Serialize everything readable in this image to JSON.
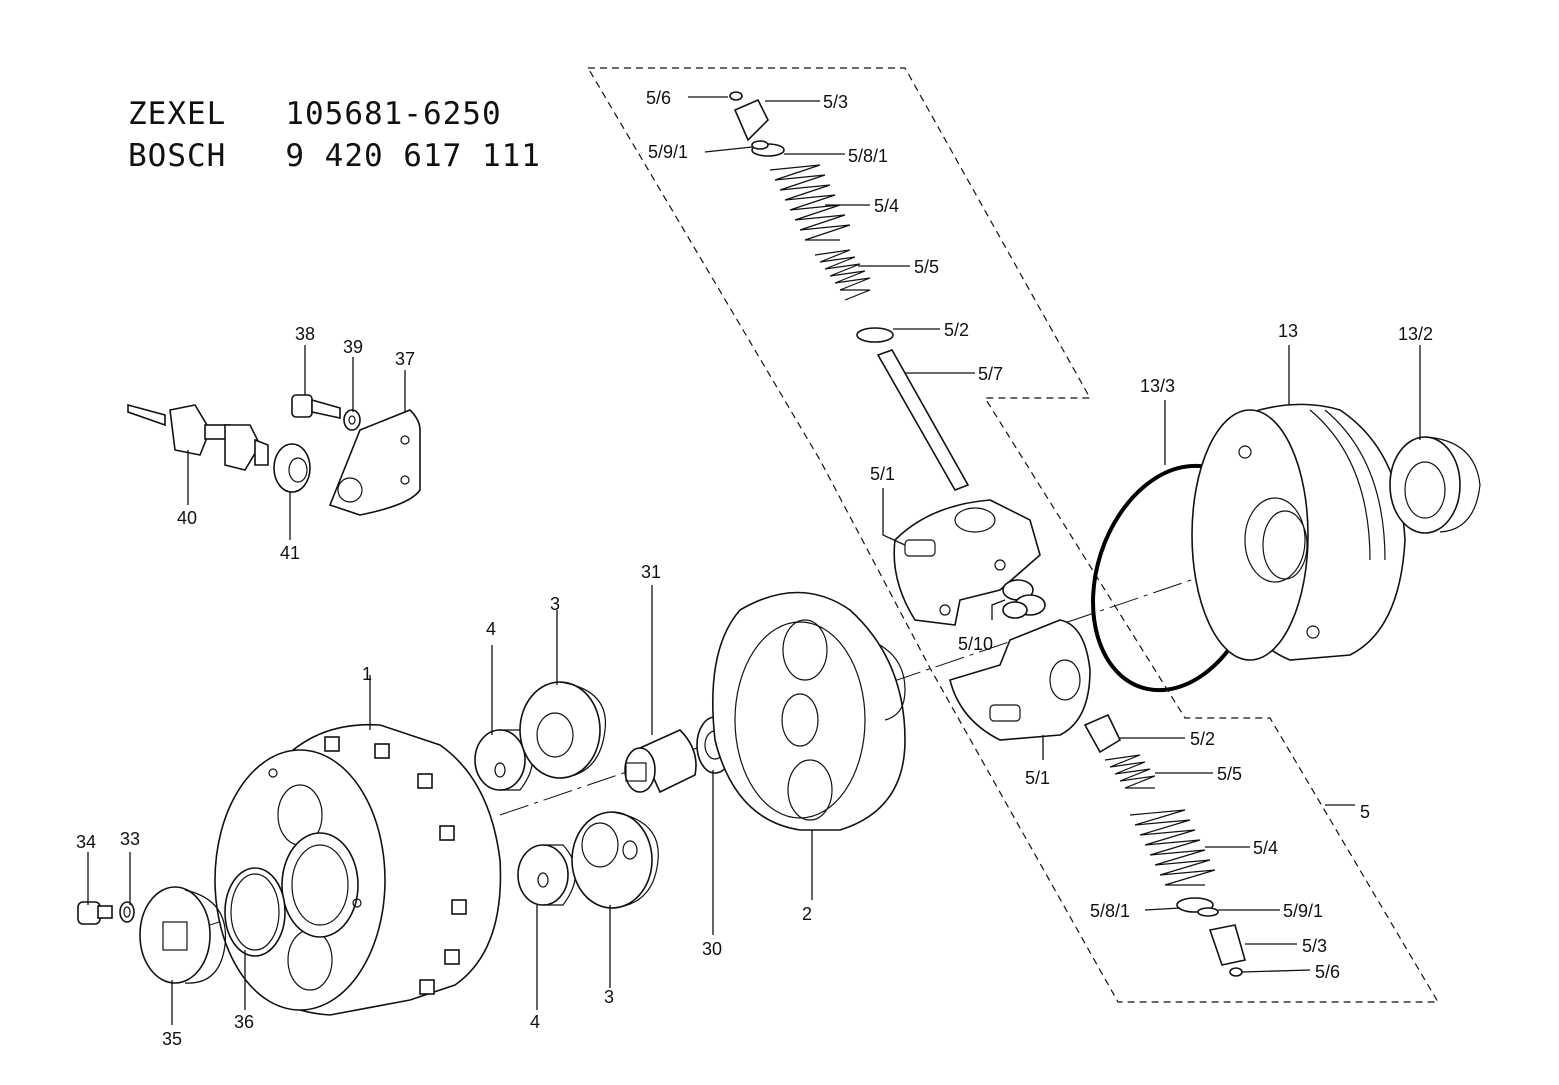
{
  "header": {
    "line1_brand": "ZEXEL",
    "line1_number": "105681-6250",
    "line2_brand": "BOSCH",
    "line2_number": "9 420 617 111"
  },
  "callouts": {
    "c1": "1",
    "c2": "2",
    "c3a": "3",
    "c3b": "3",
    "c4a": "4",
    "c4b": "4",
    "c5": "5",
    "c5_1a": "5/1",
    "c5_1b": "5/1",
    "c5_2a": "5/2",
    "c5_2b": "5/2",
    "c5_3a": "5/3",
    "c5_3b": "5/3",
    "c5_4a": "5/4",
    "c5_4b": "5/4",
    "c5_5a": "5/5",
    "c5_5b": "5/5",
    "c5_6a": "5/6",
    "c5_6b": "5/6",
    "c5_7": "5/7",
    "c5_8_1a": "5/8/1",
    "c5_8_1b": "5/8/1",
    "c5_9_1a": "5/9/1",
    "c5_9_1b": "5/9/1",
    "c5_10": "5/10",
    "c13": "13",
    "c13_2": "13/2",
    "c13_3": "13/3",
    "c30": "30",
    "c31": "31",
    "c33": "33",
    "c34": "34",
    "c35": "35",
    "c36": "36",
    "c37": "37",
    "c38": "38",
    "c39": "39",
    "c40": "40",
    "c41": "41"
  }
}
